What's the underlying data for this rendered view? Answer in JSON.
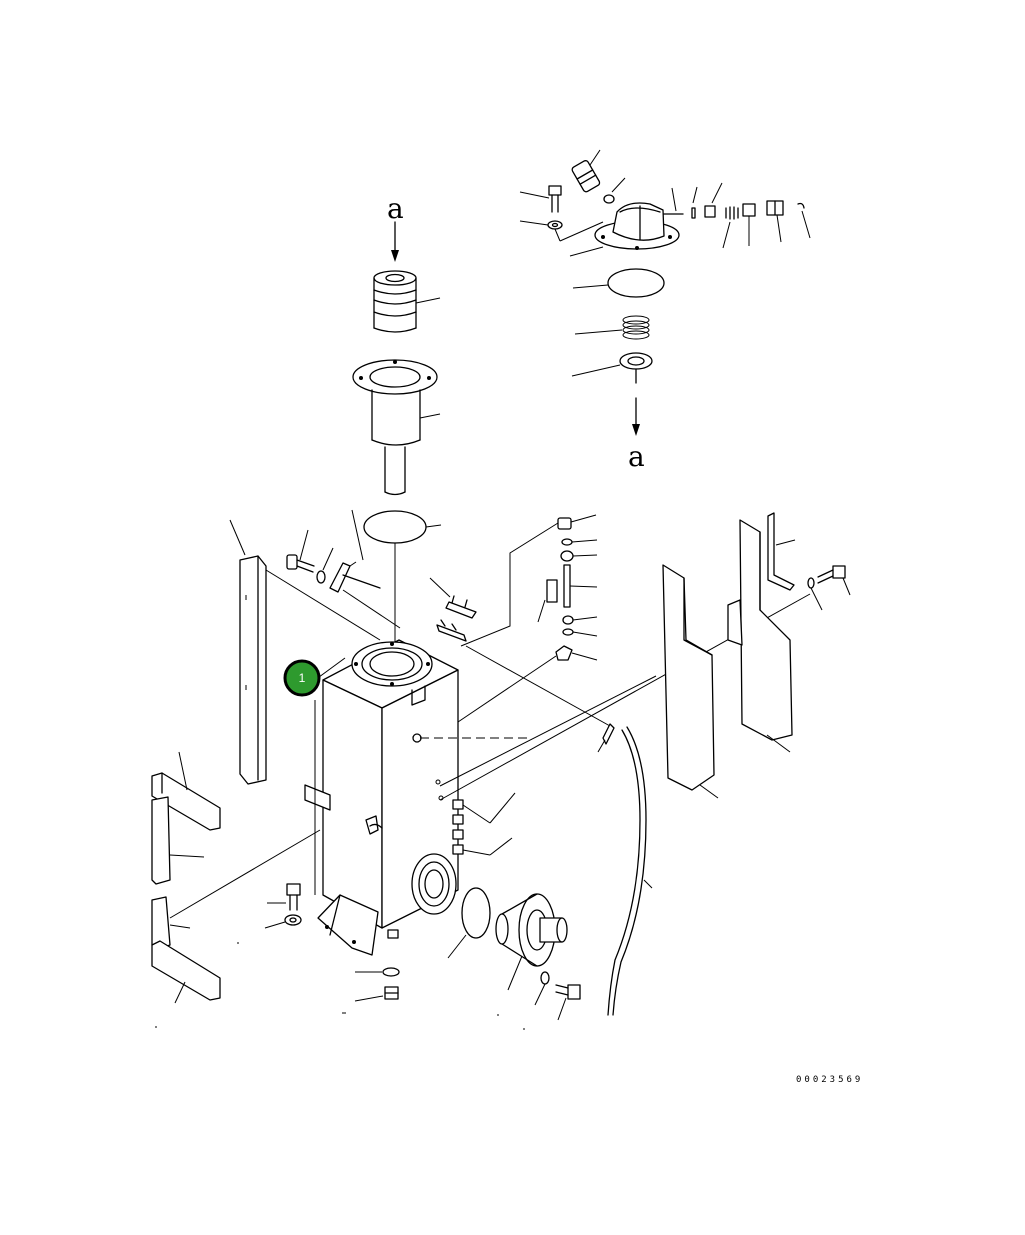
{
  "view_arrows": {
    "top_label": "a",
    "bottom_label": "a"
  },
  "callout": {
    "number": "1",
    "color": "#2e9a2e"
  },
  "drawing_number": "00023569"
}
